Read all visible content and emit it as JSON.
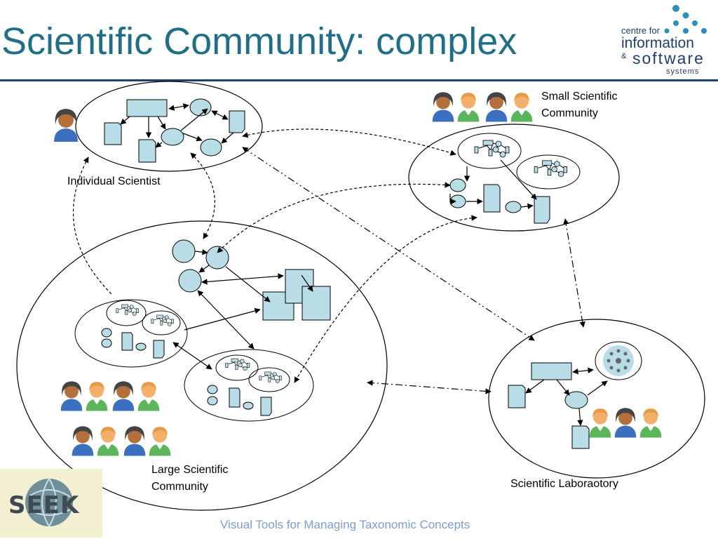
{
  "slide": {
    "title": "Scientific Community: complex",
    "footer": "Visual Tools for Managing Taxonomic Concepts"
  },
  "logo": {
    "line1": "centre for",
    "line2": "information",
    "amp": "&",
    "line3": "software",
    "line4": "systems"
  },
  "seek_logo": {
    "text": "SEEK"
  },
  "labels": {
    "individual_scientist": "Individual Scientist",
    "small_community_1": "Small Scientific",
    "small_community_2": "Community",
    "large_community_1": "Large Scientific",
    "large_community_2": "Community",
    "laboratory": "Scientific Laboraotory"
  },
  "colors": {
    "title": "#1f6f87",
    "node_fill": "#b8dde6",
    "footer": "#7a9ed6",
    "rule": "#1f3f6e"
  }
}
